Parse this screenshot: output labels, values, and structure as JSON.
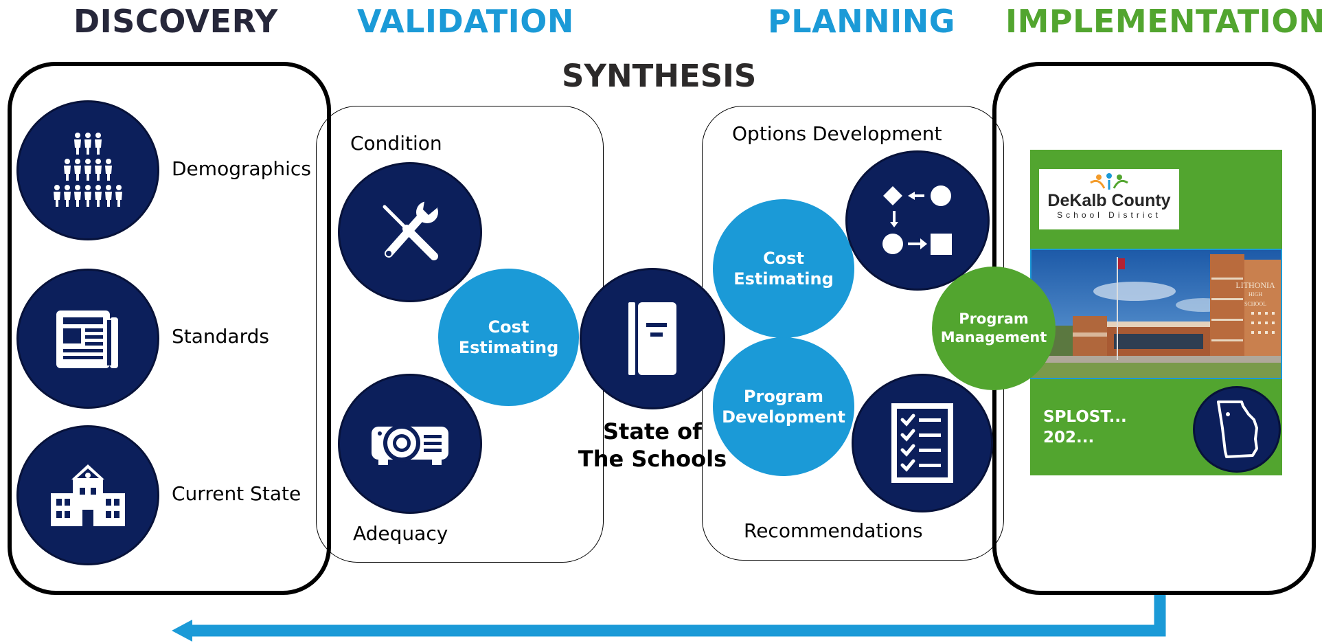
{
  "phases": {
    "discovery": "DISCOVERY",
    "validation": "VALIDATION",
    "planning": "PLANNING",
    "implementation": "IMPLEMENTATION"
  },
  "synthesis": "SYNTHESIS",
  "discovery_items": {
    "demographics": "Demographics",
    "standards": "Standards",
    "current_state": "Current State"
  },
  "validation_items": {
    "condition": "Condition",
    "adequacy": "Adequacy",
    "cost": "Cost Estimating"
  },
  "center": {
    "line1": "State of",
    "line2": "The Schools"
  },
  "planning_items": {
    "options": "Options Development",
    "recommendations": "Recommendations",
    "cost": "Cost Estimating",
    "program_dev": "Program Development"
  },
  "implementation": {
    "program_mgmt": "Program Management",
    "logo_line1": "DeKalb County",
    "logo_line2": "School District",
    "school_name_1": "LITHONIA",
    "school_name_2": "HIGH",
    "school_name_3": "SCHOOL",
    "splost_1": "SPLOST...",
    "splost_2": "202..."
  },
  "colors": {
    "navy": "#0c1f5b",
    "sky": "#1b9ad7",
    "green": "#52a52f",
    "discovery_text": "#26273a",
    "arrow": "#1b9ad7"
  },
  "icons": [
    "people-pyramid-icon",
    "newspaper-icon",
    "school-building-icon",
    "tools-icon",
    "projector-icon",
    "book-icon",
    "flowchart-icon",
    "checklist-icon",
    "georgia-map-icon"
  ]
}
